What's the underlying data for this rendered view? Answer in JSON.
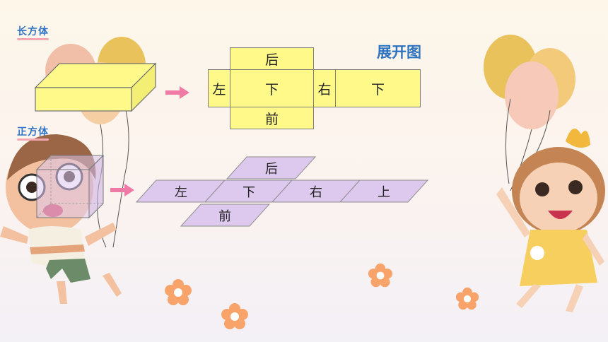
{
  "labels": {
    "cuboid": "长方体",
    "cube": "正方体",
    "net_title": "展开图"
  },
  "cuboid_net": {
    "top": "后",
    "left": "左",
    "center": "下",
    "right": "右",
    "far_right": "下",
    "bottom": "前"
  },
  "cube_net": {
    "top": "后",
    "left": "左",
    "center": "下",
    "right": "右",
    "far_right": "上",
    "bottom": "前"
  },
  "colors": {
    "cuboid_face": "#fff98a",
    "cube_face": "#ddc9ee",
    "arrow": "#f07aa6",
    "title_blue": "#2e73c0"
  }
}
